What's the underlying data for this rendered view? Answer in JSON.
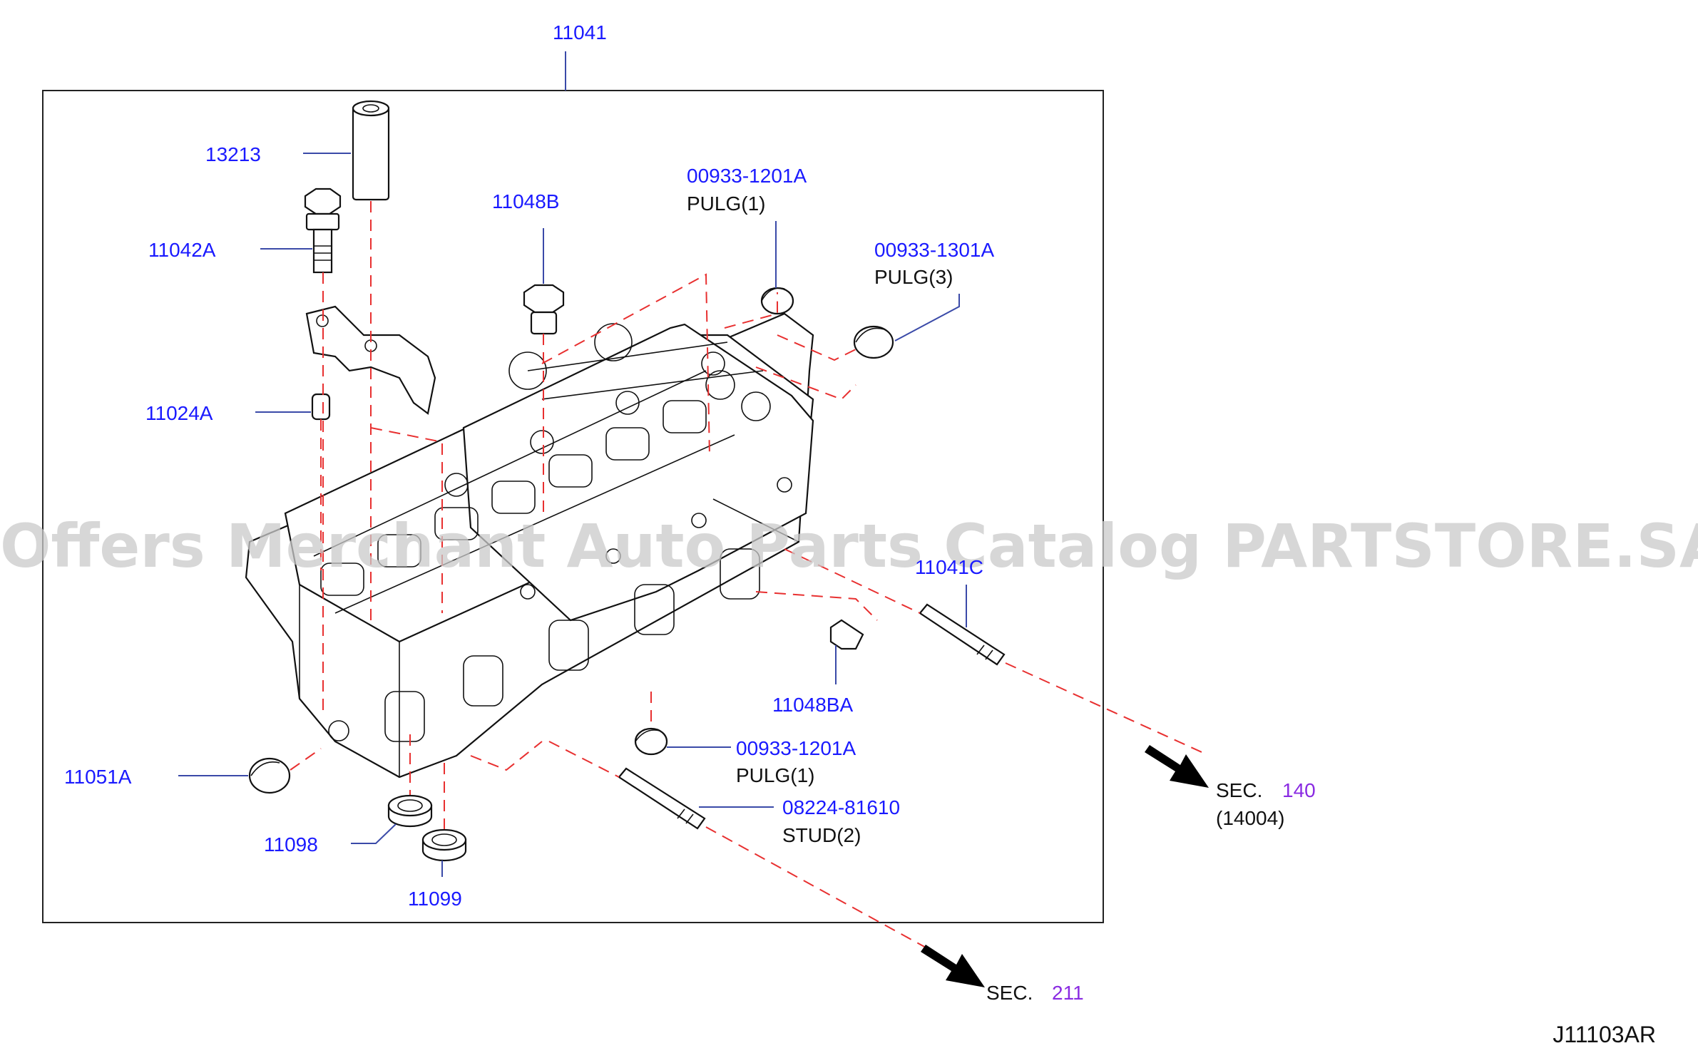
{
  "diagram": {
    "top_part_number": "11041",
    "callouts": {
      "c13213": "13213",
      "c11042A": "11042A",
      "c11048B": "11048B",
      "c00933_1201A_top": "00933-1201A",
      "c00933_1201A_top_desc": "PULG(1)",
      "c00933_1301A": "00933-1301A",
      "c00933_1301A_desc": "PULG(3)",
      "c11024A": "11024A",
      "c11041C": "11041C",
      "c11048BA": "11048BA",
      "c00933_1201A_bottom": "00933-1201A",
      "c00933_1201A_bottom_desc": "PULG(1)",
      "c08224_81610": "08224-81610",
      "c08224_81610_desc": "STUD(2)",
      "c11051A": "11051A",
      "c11098": "11098",
      "c11099": "11099"
    },
    "sections": {
      "sec140_prefix": "SEC.",
      "sec140_number": "140",
      "sec140_sub": "(14004)",
      "sec211_prefix": "SEC.",
      "sec211_number": "211"
    },
    "watermark": "Offers Merchant Auto Parts Catalog PARTSTORE.SA",
    "drawing_code": "J11103AR",
    "colors": {
      "part_number": "#1a1aff",
      "section_number": "#8a2be2",
      "dashed_line": "#e83030",
      "leader_line": "#3a4aa8"
    }
  }
}
